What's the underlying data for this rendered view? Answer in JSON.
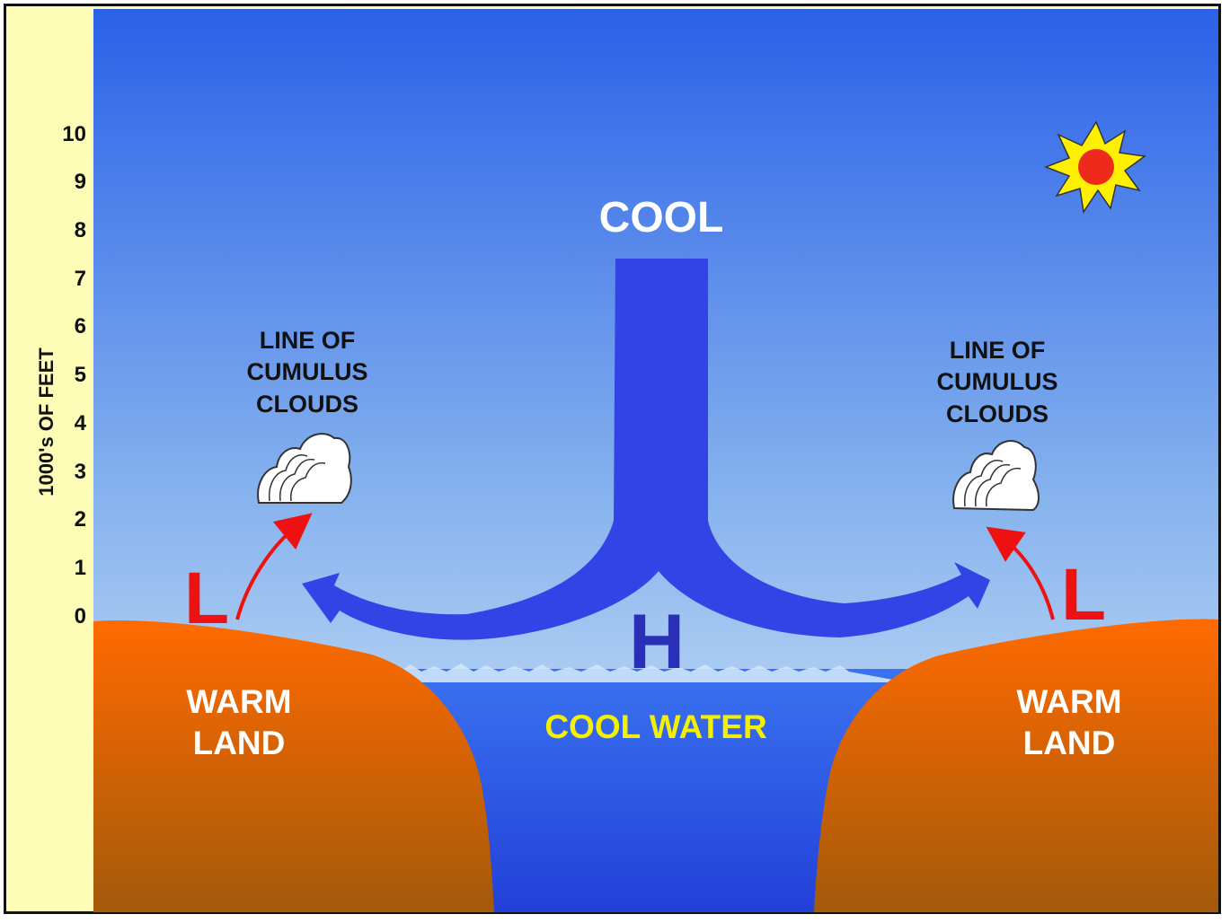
{
  "axis": {
    "title": "1000's OF FEET",
    "ticks": [
      "0",
      "1",
      "2",
      "3",
      "4",
      "5",
      "6",
      "7",
      "8",
      "9",
      "10"
    ]
  },
  "labels": {
    "cool": "COOL",
    "high": "H",
    "low": "L",
    "cool_water": "COOL WATER",
    "warm_land": [
      "WARM",
      "LAND"
    ],
    "clouds_left": [
      "LINE OF",
      "CUMULUS",
      "CLOUDS"
    ],
    "clouds_right": [
      "LINE OF",
      "CUMULUS",
      "CLOUDS"
    ]
  },
  "colors": {
    "sky_top": "#2a61e8",
    "sky_bottom": "#dcecf8",
    "land_top": "#ff6a00",
    "land_bottom": "#a35a0a",
    "water": "#2a5fe8",
    "flow_arrow": "#3344e6",
    "low_marker": "#ee1111",
    "high_marker": "#2a2fb8",
    "cool_water_text": "#f5f000",
    "axis_band": "#fdfdb8"
  },
  "icons": {
    "sun": "sun-icon",
    "cloud": "cumulus-cloud-icon"
  }
}
